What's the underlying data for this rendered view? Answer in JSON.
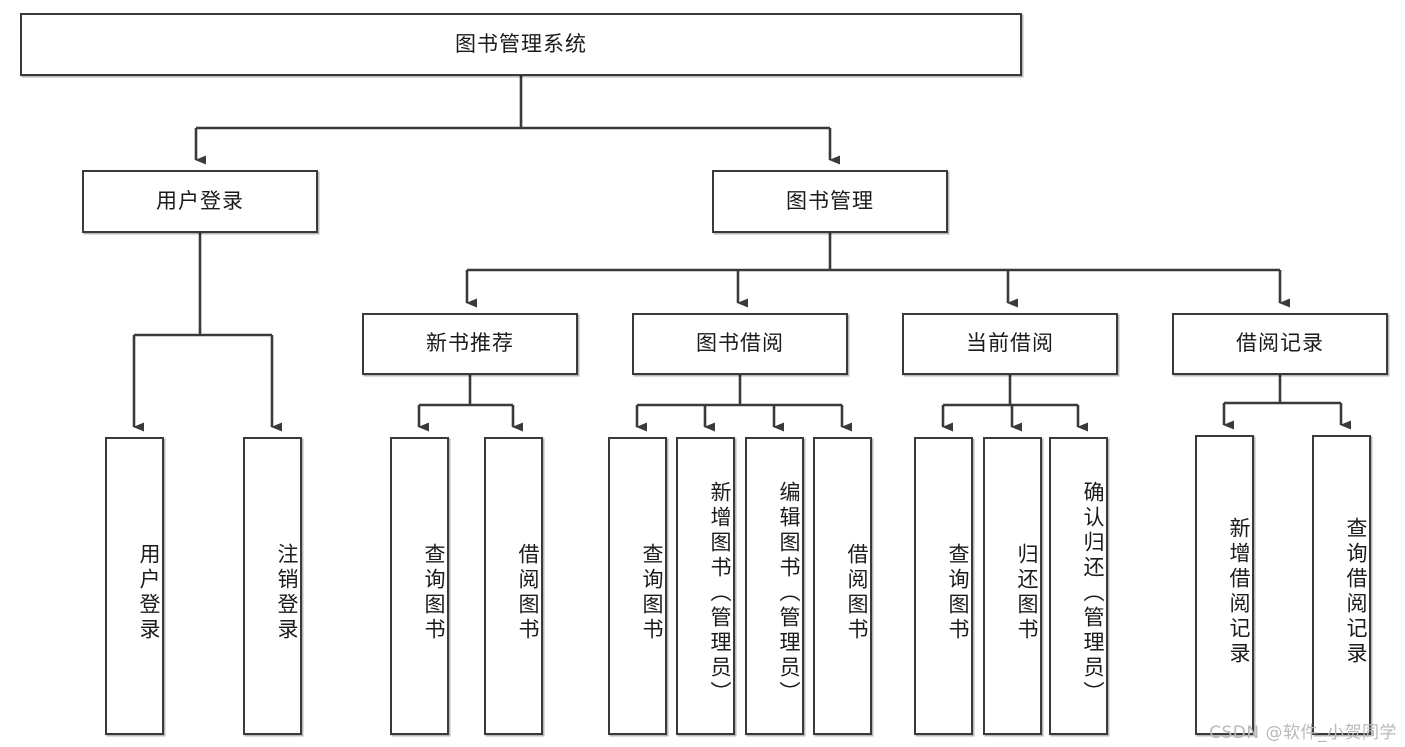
{
  "diagram": {
    "title_node": {
      "label": "图书管理系统"
    },
    "level2": [
      {
        "label": "用户登录"
      },
      {
        "label": "图书管理"
      }
    ],
    "level3": [
      {
        "label": "新书推荐"
      },
      {
        "label": "图书借阅"
      },
      {
        "label": "当前借阅"
      },
      {
        "label": "借阅记录"
      }
    ],
    "leaves": {
      "user_login": [
        {
          "label": "用户登录"
        },
        {
          "label": "注销登录"
        }
      ],
      "new_book_recommend": [
        {
          "label": "查询图书"
        },
        {
          "label": "借阅图书"
        }
      ],
      "book_borrow": [
        {
          "label": "查询图书"
        },
        {
          "label": "新增图书（管理员）"
        },
        {
          "label": "编辑图书（管理员）"
        },
        {
          "label": "借阅图书"
        }
      ],
      "current_borrow": [
        {
          "label": "查询图书"
        },
        {
          "label": "归还图书"
        },
        {
          "label": "确认归还（管理员）"
        }
      ],
      "borrow_record": [
        {
          "label": "新增借阅记录"
        },
        {
          "label": "查询借阅记录"
        }
      ]
    },
    "watermark": "CSDN @软件_小贺同学",
    "colors": {
      "box_border": "#3a3a3a",
      "box_fill": "#ffffff",
      "connector": "#3a3a3a",
      "text": "#1b1b1b",
      "watermark": "#b9b9b9",
      "background": "#ffffff"
    }
  }
}
